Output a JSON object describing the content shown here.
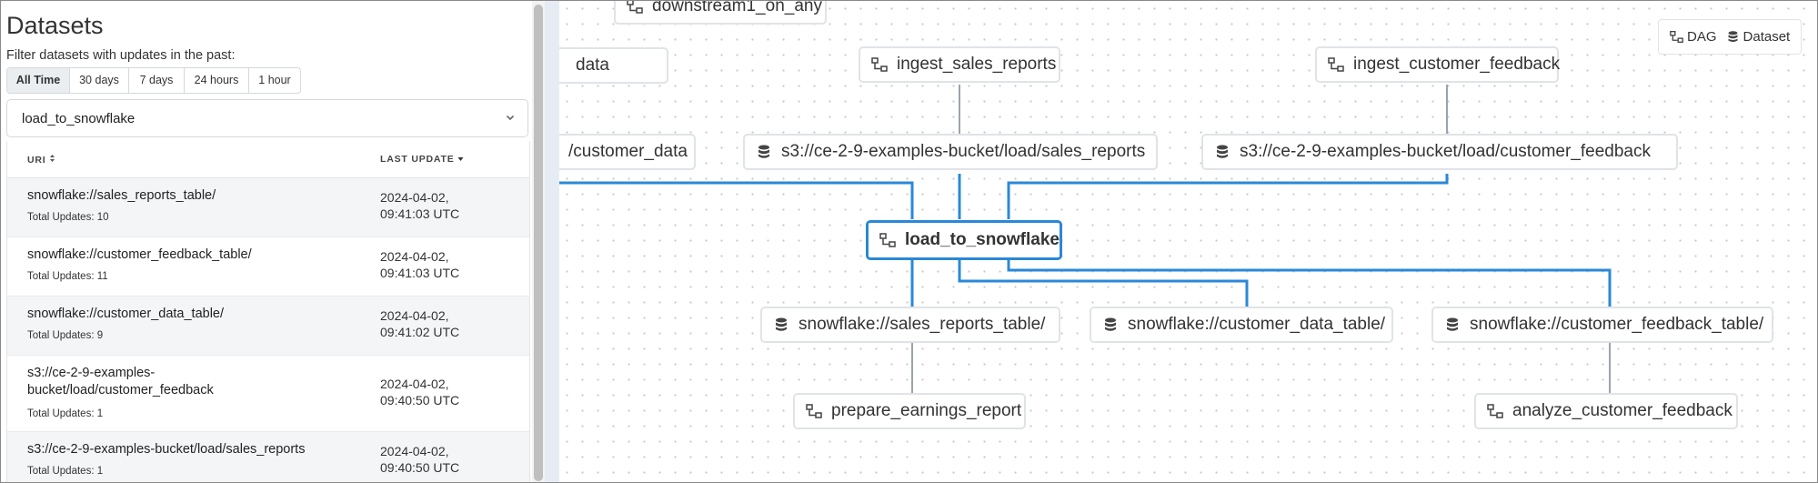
{
  "panel": {
    "title": "Datasets",
    "filter_label": "Filter datasets with updates in the past:",
    "filters": [
      "All Time",
      "30 days",
      "7 days",
      "24 hours",
      "1 hour"
    ],
    "active_filter": "All Time",
    "select_value": "load_to_snowflake",
    "columns": {
      "uri": "URI",
      "last_update": "LAST UPDATE"
    },
    "rows": [
      {
        "uri": [
          "snowflake://sales_reports_table/"
        ],
        "count": "Total Updates: 10",
        "updated": [
          "2024-04-02,",
          "09:41:03 UTC"
        ]
      },
      {
        "uri": [
          "snowflake://customer_feedback_table/"
        ],
        "count": "Total Updates: 11",
        "updated": [
          "2024-04-02,",
          "09:41:03 UTC"
        ]
      },
      {
        "uri": [
          "snowflake://customer_data_table/"
        ],
        "count": "Total Updates: 9",
        "updated": [
          "2024-04-02,",
          "09:41:02 UTC"
        ]
      },
      {
        "uri": [
          "s3://ce-2-9-examples-",
          "bucket/load/customer_feedback"
        ],
        "count": "Total Updates: 1",
        "updated": [
          "2024-04-02,",
          "09:40:50 UTC"
        ]
      },
      {
        "uri": [
          "s3://ce-2-9-examples-bucket/load/sales_reports"
        ],
        "count": "Total Updates: 1",
        "updated": [
          "2024-04-02,",
          "09:40:50 UTC"
        ]
      }
    ]
  },
  "graph": {
    "legend": {
      "dag": "DAG",
      "dataset": "Dataset"
    },
    "nodes": {
      "downstream": "downstream1_on_any",
      "data_partial": "data",
      "customer_data_partial": "/customer_data",
      "ingest_sales_reports": "ingest_sales_reports",
      "ingest_customer_feedback": "ingest_customer_feedback",
      "s3_sales_reports": "s3://ce-2-9-examples-bucket/load/sales_reports",
      "s3_customer_feedback": "s3://ce-2-9-examples-bucket/load/customer_feedback",
      "load_to_snowflake": "load_to_snowflake",
      "sf_sales_reports": "snowflake://sales_reports_table/",
      "sf_customer_data": "snowflake://customer_data_table/",
      "sf_customer_feedback": "snowflake://customer_feedback_table/",
      "prepare_earnings_report": "prepare_earnings_report",
      "analyze_customer_feedback": "analyze_customer_feedback"
    }
  },
  "colors": {
    "accent": "#2a88d8",
    "edge_gray": "#9aa3ad",
    "node_border": "#e0e3e7"
  }
}
